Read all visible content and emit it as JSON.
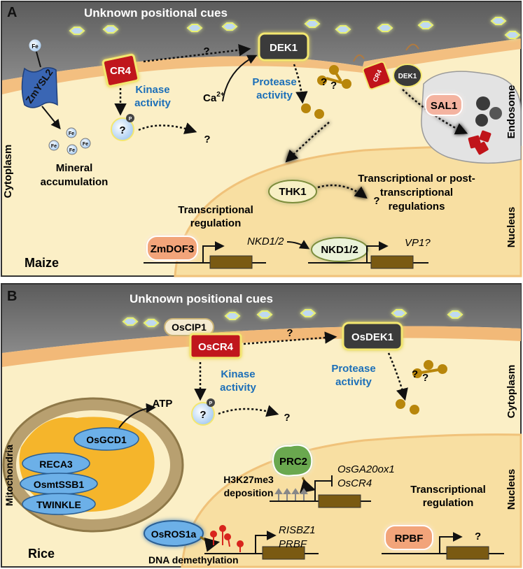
{
  "panelA": {
    "letter": "A",
    "cues": "Unknown positional cues",
    "fe": "Fe",
    "zmysl2": "ZmYSL2",
    "mineral1": "Mineral",
    "mineral2": "accumulation",
    "cr4": "CR4",
    "kinase1": "Kinase",
    "kinase2": "activity",
    "p": "P",
    "q": "?",
    "ca": "Ca",
    "ca_sup": "2+",
    "dek1": "DEK1",
    "protease1": "Protease",
    "protease2": "activity",
    "cr4_small": "CR4",
    "dek1_small": "DEK1",
    "sal1": "SAL1",
    "endosome": "Endosome",
    "cytoplasm": "Cytoplasm",
    "thk1": "THK1",
    "trans_post1": "Transcriptional or post-",
    "trans_post2": "transcriptional",
    "trans_post3": "regulations",
    "trans_reg1": "Transcriptional",
    "trans_reg2": "regulation",
    "zmdof3": "ZmDOF3",
    "nkd_gene": "NKD1/2",
    "nkd_prot": "NKD1/2",
    "vp1": "VP1?",
    "nucleus": "Nucleus",
    "species": "Maize"
  },
  "panelB": {
    "letter": "B",
    "cues": "Unknown positional cues",
    "oscip1": "OsCIP1",
    "oscr4": "OsCR4",
    "osdek1": "OsDEK1",
    "kinase1": "Kinase",
    "kinase2": "activity",
    "protease1": "Protease",
    "protease2": "activity",
    "p": "P",
    "q": "?",
    "atp": "ATP",
    "osgcd1": "OsGCD1",
    "reca3": "RECA3",
    "osmtssb1": "OsmtSSB1",
    "twinkle": "TWINKLE",
    "mitochondria": "Mitochondria",
    "cytoplasm": "Cytoplasm",
    "prc2": "PRC2",
    "h3k1": "H3K27me3",
    "h3k2": "deposition",
    "osga": "OsGA20ox1",
    "oscr4_gene": "OsCR4",
    "trans_reg1": "Transcriptional",
    "trans_reg2": "regulation",
    "nucleus": "Nucleus",
    "osros1a": "OsROS1a",
    "risbz1": "RISBZ1",
    "prbf": "PRBF",
    "dna_demeth": "DNA demethylation",
    "rpbf": "RPBF",
    "species": "Rice"
  },
  "colors": {
    "border": "#333333",
    "cell_wall": "#6b6b6b",
    "membrane": "#f2b978",
    "cytoplasm": "#fbefc6",
    "nucleus": "#f8dfa2",
    "kinase_text": "#1c6fb8",
    "cr4_red": "#c0141a",
    "dek1_dark": "#3a3a3a",
    "gene_box": "#7a5a12",
    "ros_red": "#d8241c",
    "prc2_green": "#6aa84f",
    "mito_outer": "#b8a070",
    "mito_inner": "#f5b52b",
    "ellipse_blue": "#6cb0e8",
    "cleaved_gold": "#b8860b"
  }
}
